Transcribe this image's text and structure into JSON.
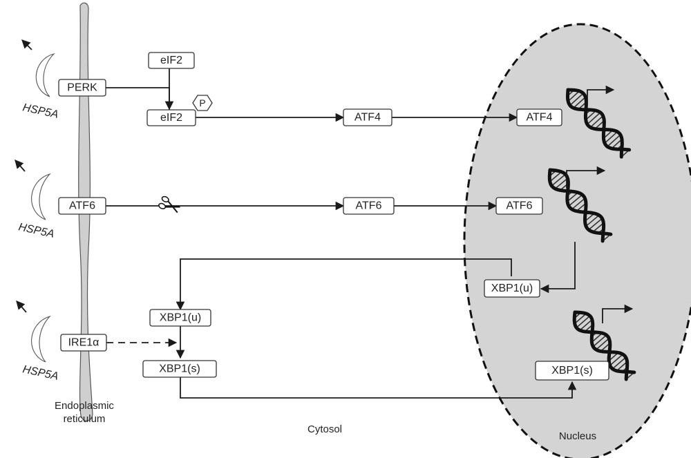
{
  "regions": {
    "er_line1": "Endoplasmic",
    "er_line2": "reticulum",
    "cytosol": "Cytosol",
    "nucleus": "Nucleus"
  },
  "chaperones": [
    "HSP5A",
    "HSP5A",
    "HSP5A"
  ],
  "nodes": {
    "perk": "PERK",
    "eif2_top": "eIF2",
    "eif2_p": "eIF2",
    "phospho": "P",
    "atf4_cyt": "ATF4",
    "atf4_nuc": "ATF4",
    "atf6_er": "ATF6",
    "atf6_cyt": "ATF6",
    "atf6_nuc": "ATF6",
    "xbp1u_nuc": "XBP1(u)",
    "xbp1u_cyt": "XBP1(u)",
    "ire1": "IRE1α",
    "xbp1s_cyt": "XBP1(s)",
    "xbp1s_nuc": "XBP1(s)"
  },
  "colors": {
    "nucleus_fill": "#d4d4d4",
    "membrane_fill": "#cfcfcf",
    "line": "#1a1a1a"
  }
}
